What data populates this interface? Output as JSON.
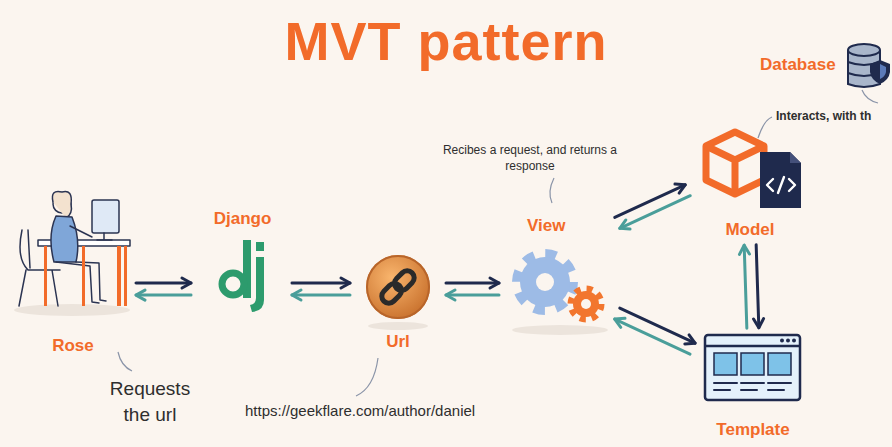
{
  "diagram": {
    "title": "MVT pattern",
    "nodes": [
      {
        "text": [
          "Rose"
        ]
      },
      {
        "text": [
          "Django"
        ]
      },
      {
        "text": [
          "Url"
        ]
      },
      {
        "text": [
          "View"
        ]
      },
      {
        "text": [
          "Model"
        ]
      },
      {
        "text": [
          "Template"
        ]
      },
      {
        "text": [
          "Database"
        ]
      }
    ],
    "edges": [
      {
        "from": 0,
        "to": 1,
        "arrow": "both"
      },
      {
        "from": 1,
        "to": 2,
        "arrow": "both"
      },
      {
        "from": 2,
        "to": 3,
        "arrow": "both"
      },
      {
        "from": 3,
        "to": 4,
        "arrow": "both"
      },
      {
        "from": 3,
        "to": 5,
        "arrow": "both"
      },
      {
        "from": 4,
        "to": 5,
        "arrow": "both"
      }
    ],
    "labels": [
      "Requests the url",
      "https://geekflare.com/author/daniel",
      "Recibes a request, and returns a response",
      "Interacts, with th"
    ]
  }
}
